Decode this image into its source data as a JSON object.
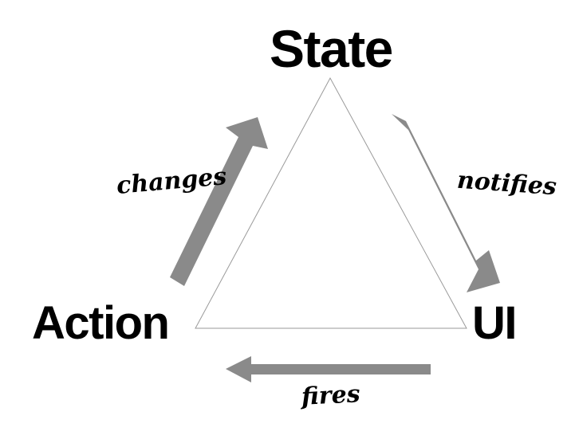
{
  "diagram": {
    "type": "cycle-diagram",
    "title": "",
    "background_color": "#ffffff",
    "nodes": [
      {
        "id": "state",
        "label": "State",
        "position": "top",
        "text_color": "#000000"
      },
      {
        "id": "action",
        "label": "Action",
        "position": "bottom-left",
        "text_color": "#000000"
      },
      {
        "id": "ui",
        "label": "UI",
        "position": "bottom-right",
        "text_color": "#000000"
      }
    ],
    "edges": [
      {
        "id": "action-to-state",
        "label": "changes",
        "from": "action",
        "to": "state",
        "color": "#8a8a8a"
      },
      {
        "id": "state-to-ui",
        "label": "notifies",
        "from": "state",
        "to": "ui",
        "color": "#8a8a8a"
      },
      {
        "id": "ui-to-action",
        "label": "fires",
        "from": "ui",
        "to": "action",
        "color": "#8a8a8a"
      }
    ],
    "guide_triangle": {
      "stroke_color": "#9a9a9a",
      "fill": "none",
      "stroke_width": "1"
    }
  }
}
